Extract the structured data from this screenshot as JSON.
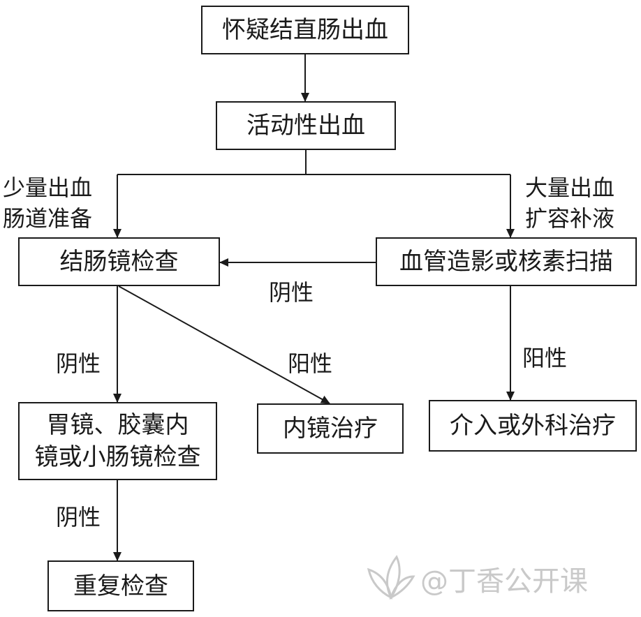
{
  "nodes": {
    "suspect": "怀疑结直肠出血",
    "active": "活动性出血",
    "colonoscopy": "结肠镜检查",
    "angiography": "血管造影或核素扫描",
    "upper_gi": [
      "胃镜、胶囊内",
      "镜或小肠镜检查"
    ],
    "endo_treatment": "内镜治疗",
    "intervention": "介入或外科治疗",
    "repeat": "重复检查"
  },
  "labels": {
    "minor_bleeding": [
      "少量出血",
      "肠道准备"
    ],
    "massive_bleeding": [
      "大量出血",
      "扩容补液"
    ],
    "negative": "阴性",
    "positive": "阳性"
  },
  "watermark": "@丁香公开课",
  "colors": {
    "line": "#1a1a1a",
    "watermark": "#c9c9c9"
  }
}
